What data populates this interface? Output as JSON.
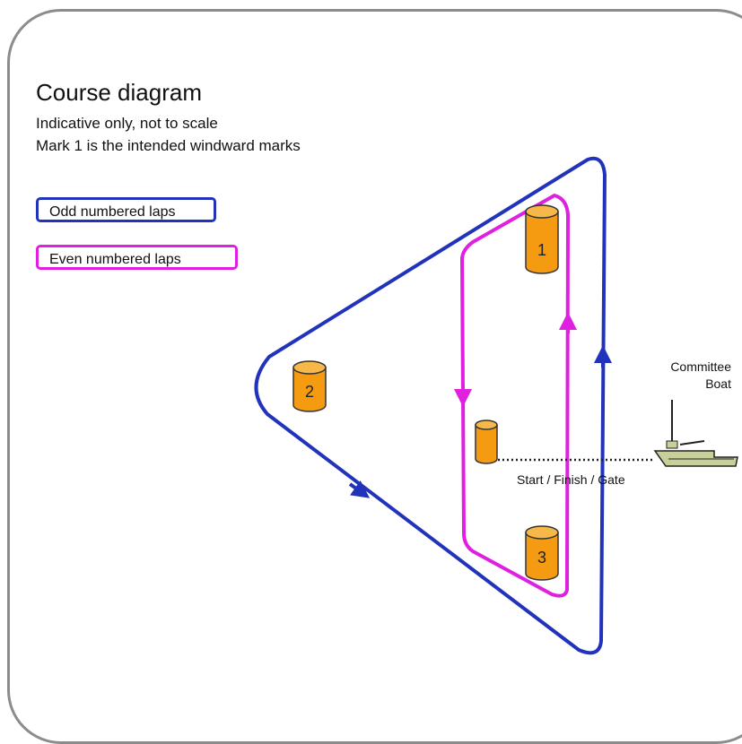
{
  "title": "Course diagram",
  "subtitle_lines": [
    "Indicative only, not to scale",
    "Mark 1 is the intended windward marks"
  ],
  "legend": {
    "odd": {
      "label": "Odd numbered laps",
      "color": "#2233bb"
    },
    "even": {
      "label": "Even numbered laps",
      "color": "#e020e0"
    }
  },
  "marks": [
    {
      "label": "1"
    },
    {
      "label": "2"
    },
    {
      "label": "3"
    }
  ],
  "gate_label": "Start / Finish / Gate",
  "committee_boat_label": [
    "Committee",
    "Boat"
  ],
  "colors": {
    "mark_fill": "#f59b12",
    "mark_top": "#f7b84a",
    "mark_stroke": "#333333",
    "boat": "#c8cf9a"
  }
}
